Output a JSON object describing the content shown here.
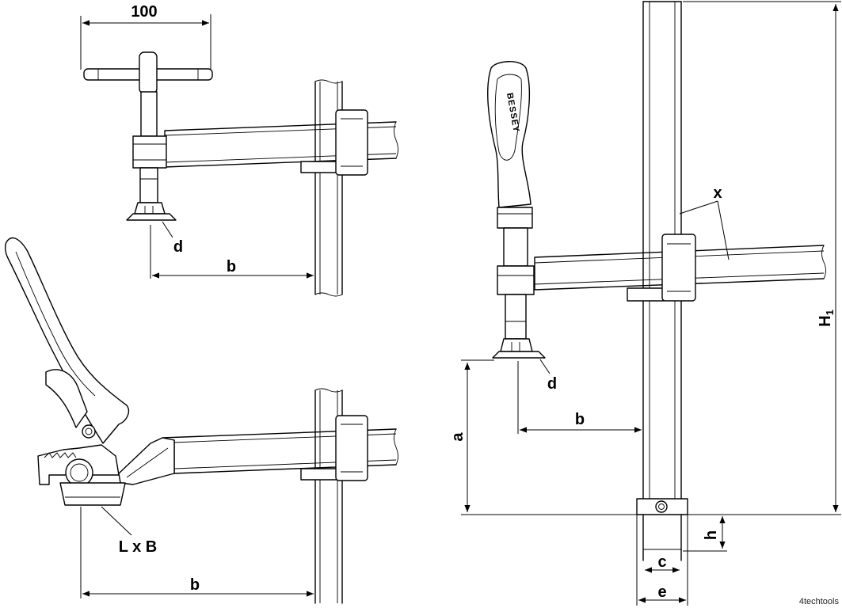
{
  "labels": {
    "dim_100": "100",
    "d_top": "d",
    "b_top": "b",
    "b_bottom": "b",
    "lxb": "L x B",
    "x": "x",
    "h1_main": "H",
    "h1_sub": "1",
    "d_right": "d",
    "b_right": "b",
    "a": "a",
    "h": "h",
    "c": "c",
    "e": "e"
  },
  "brand": "BESSEY",
  "credit": "4techtools"
}
